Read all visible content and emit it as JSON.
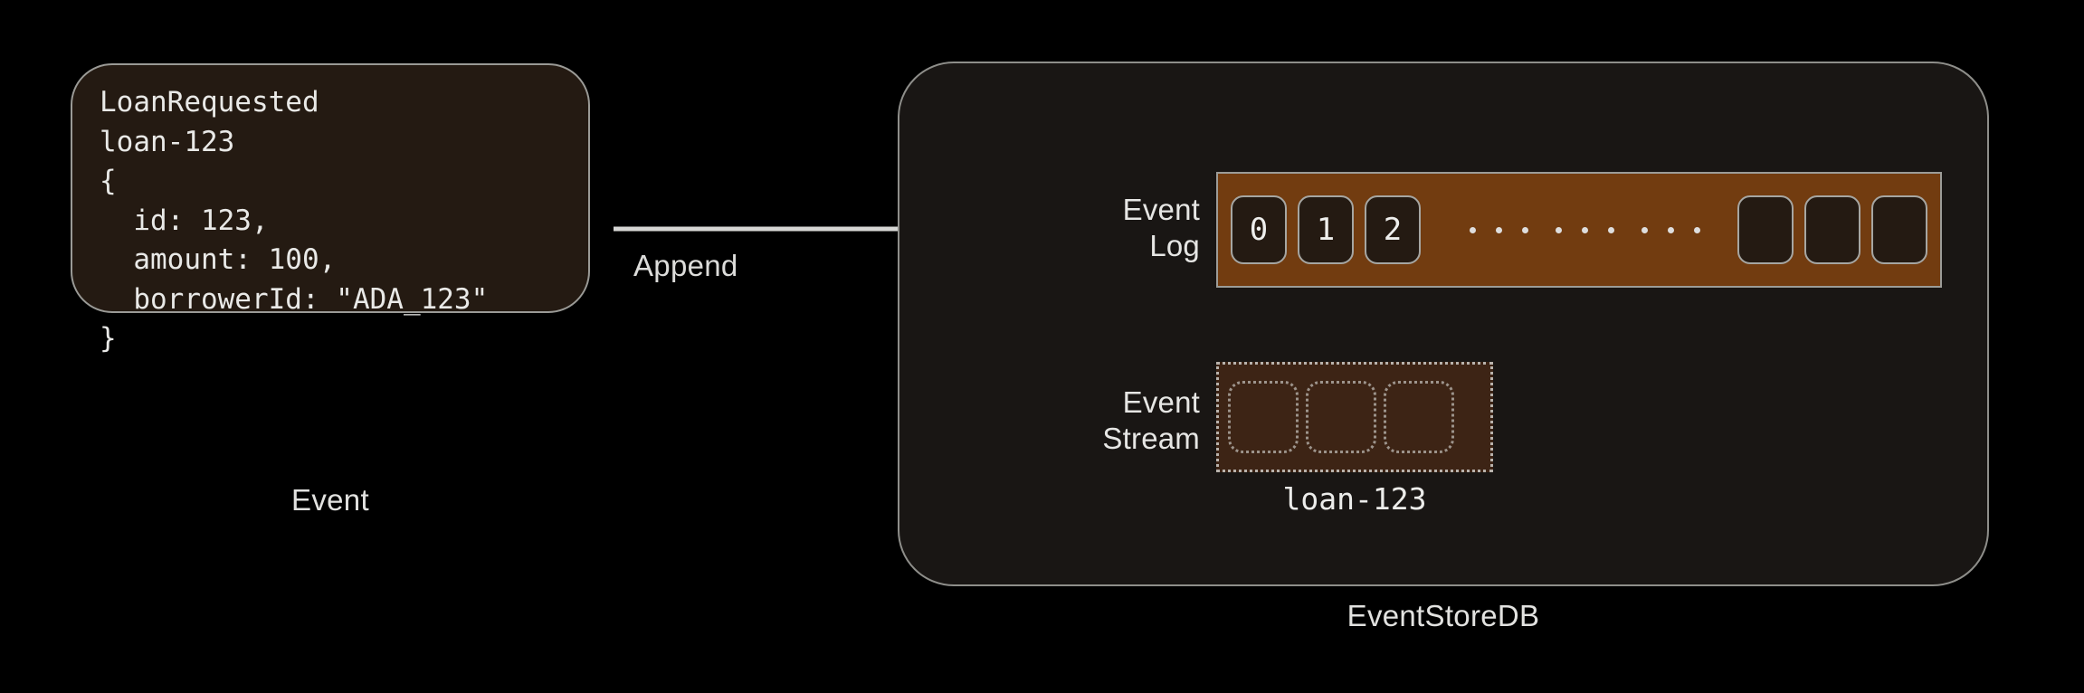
{
  "diagram": {
    "title_hidden": "",
    "background_color": "#000000"
  },
  "event_card": {
    "caption": "Event",
    "code": "LoanRequested\nloan-123\n{\n  id: 123,\n  amount: 100,\n  borrowerId: \"ADA_123\"\n}",
    "background_color": "#241a12",
    "border_color": "#9a9a96"
  },
  "flow": {
    "append_label": "Append",
    "arrow_color": "#d6d6d4"
  },
  "store": {
    "caption": "EventStoreDB",
    "background_color": "#191614",
    "border_color": "#8e8e8a"
  },
  "event_log": {
    "label_line1": "Event",
    "label_line2": "Log",
    "bar_color": "#723c10",
    "cell_color": "#241a12",
    "cells": [
      "0",
      "1",
      "2"
    ],
    "ellipsis_groups": 3,
    "ellipsis_dots_per_group": 3,
    "trailing_empty_cells": 3
  },
  "event_stream": {
    "label_line1": "Event",
    "label_line2": "Stream",
    "caption": "loan-123",
    "fill_color": "#3d2415",
    "border_color": "#b8b2ac",
    "cells": 3
  }
}
